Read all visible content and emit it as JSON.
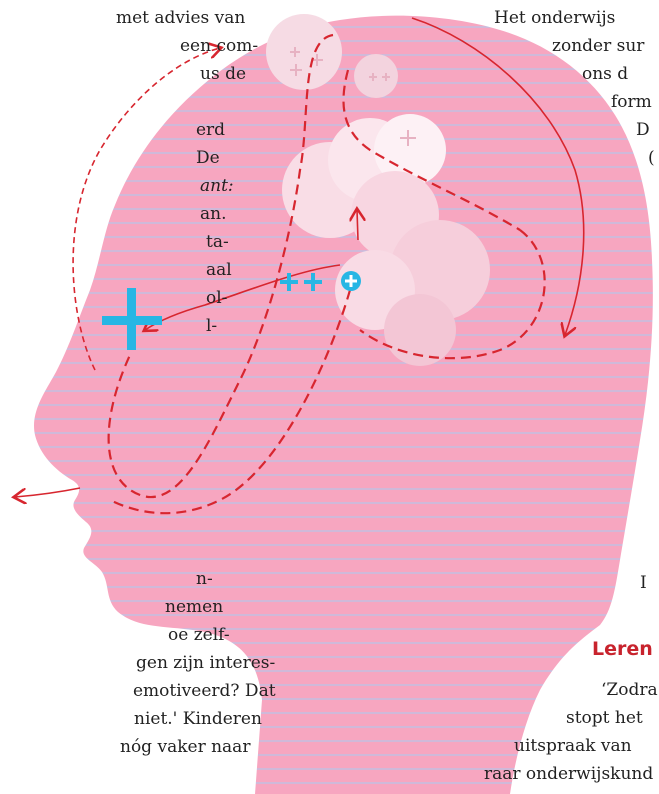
{
  "left_column_top": [
    "met advies van",
    "een com-",
    "us de",
    "",
    "erd",
    "De",
    "ant:",
    "an.",
    "ta-",
    "aal",
    "ol-",
    "l-"
  ],
  "left_column_bottom": [
    "n-",
    "nemen",
    "oe zelf-",
    "gen zijn interes-",
    "emotiveerd? Dat",
    "niet.' Kinderen",
    "nóg vaker naar"
  ],
  "right_column_top": [
    "Het  onderwijs",
    "zonder sur",
    "ons  d",
    "form",
    "D",
    "("
  ],
  "right_column_side": [
    "I"
  ],
  "right_heading": "Leren",
  "right_column_bottom": [
    "‘Zodra",
    "stopt het",
    "uitspraak van",
    "raar onderwijskund"
  ],
  "colors": {
    "silhouette": "#f7a6c0",
    "ruled_lines": "#b7c6ea",
    "dashed_path": "#d7262f",
    "plus_blue": "#27b6e4",
    "heading": "#c8232d"
  },
  "icons": [
    "plus-icon",
    "plus-circle-icon",
    "thought-bubble-icon",
    "arrow-icon"
  ]
}
